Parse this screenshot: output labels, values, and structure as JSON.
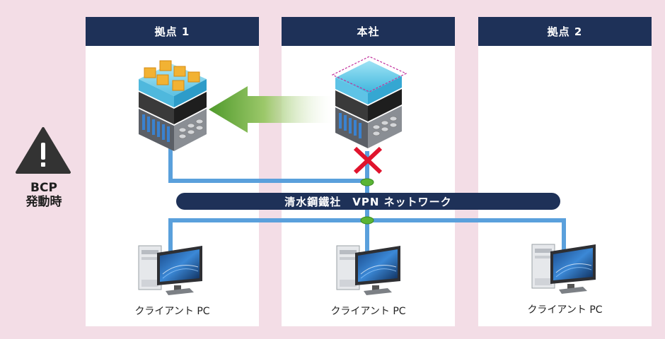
{
  "sites": [
    {
      "label": "拠点 1"
    },
    {
      "label": "本社"
    },
    {
      "label": "拠点 2"
    }
  ],
  "bcp": {
    "title_line1": "BCP",
    "title_line2": "発動時",
    "icon": "warning-icon"
  },
  "network": {
    "label": "清水鋼鐵社　VPN ネットワーク"
  },
  "clients": [
    {
      "label": "クライアント PC"
    },
    {
      "label": "クライアント PC"
    },
    {
      "label": "クライアント PC"
    }
  ],
  "colors": {
    "background": "#f3dde6",
    "header": "#1e3158",
    "line": "#5aa0dc",
    "connector": "#5ab435",
    "arrow": "#6aaa3a",
    "failure": "#e0142d"
  }
}
